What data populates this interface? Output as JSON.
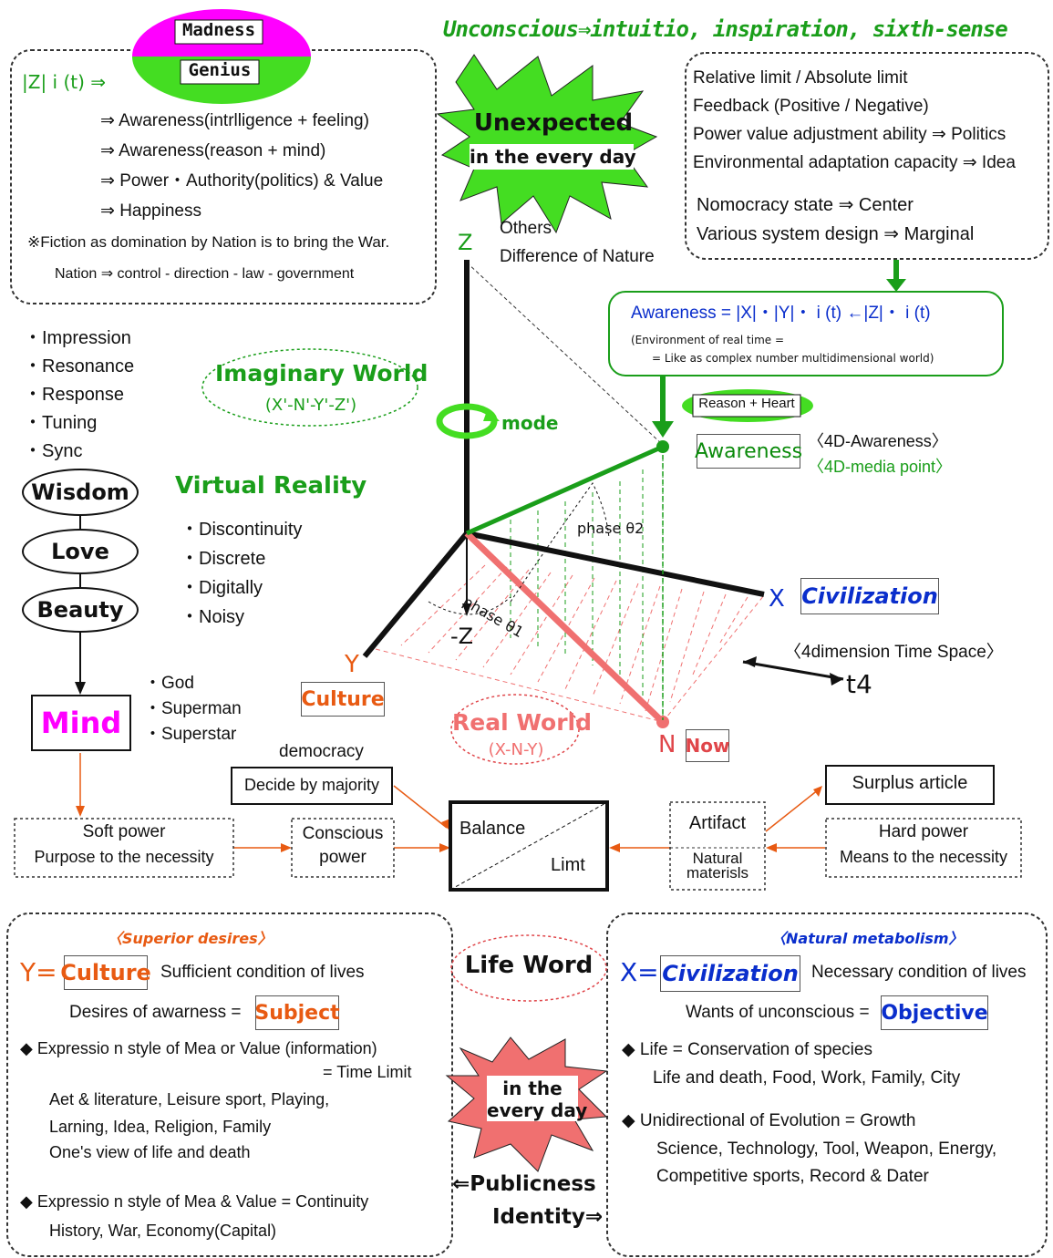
{
  "top": {
    "madness": "Madness",
    "genius": "Genius",
    "unconscious": "Unconscious⇒intuitio, inspiration, sixth-sense",
    "unexpected_1": "Unexpected",
    "unexpected_2": "in the every day"
  },
  "topleft": {
    "formula": "|Z| i (t) ⇒",
    "lines": [
      "⇒ Awareness(intrlligence + feeling)",
      "⇒ Awareness(reason + mind)",
      "⇒ Power・Authority(politics) & Value",
      "⇒ Happiness"
    ],
    "fiction": "※Fiction as domination by Nation is to bring the War.",
    "nation": "Nation ⇒ control - direction - law - government"
  },
  "topright": {
    "lines": [
      "Relative limit / Absolute limit",
      "Feedback (Positive / Negative)",
      "Power value adjustment ability ⇒ Politics",
      "Environmental adaptation capacity ⇒ Idea"
    ],
    "nomocracy": "Nomocracy state  ⇒ Center",
    "various": "Various system design ⇒ Marginal"
  },
  "awareness_box": {
    "formula": "Awareness = |X|・|Y|・ i (t) ←|Z|・ i (t)",
    "env1": "(Environment of real time =",
    "env2": "= Like as complex number multidimensional world)"
  },
  "left_list": [
    "・Impression",
    "・Resonance",
    "・Response",
    "・Tuning",
    "・Sync"
  ],
  "ovals": [
    "Wisdom",
    "Love",
    "Beauty"
  ],
  "mind": "Mind",
  "mind_list": [
    "・God",
    "・Superman",
    "・Superstar"
  ],
  "imaginary": {
    "title": "Imaginary World",
    "sub": "(X'-N'-Y'-Z')"
  },
  "virtual": {
    "title": "Virtual Reality",
    "items": [
      "・Discontinuity",
      "・Discrete",
      "・Digitally",
      "・Noisy"
    ]
  },
  "axes": {
    "z": "Z",
    "minus_z": "-Z",
    "x": "X",
    "y": "Y",
    "n": "N",
    "others": "Others",
    "difference": "Difference of Nature",
    "mode": "mode",
    "phase1": "phase θ1",
    "phase2": "phase θ2",
    "t4": "t4",
    "timespace": "〈4dimension Time Space〉"
  },
  "labels": {
    "civilization": "Civilization",
    "culture": "Culture",
    "now": "Now",
    "real_world": "Real World",
    "real_world_sub": "(X-N-Y)",
    "reason_heart": "Reason + Heart",
    "awareness": "Awareness",
    "awareness_4d": "〈4D-Awareness〉",
    "media_point": "〈4D-media point〉"
  },
  "middle": {
    "democracy": "democracy",
    "decide": "Decide by majority",
    "soft_power_1": "Soft power",
    "soft_power_2": "Purpose to the necessity",
    "conscious_1": "Conscious",
    "conscious_2": "power",
    "balance": "Balance",
    "limt": "Limt",
    "artifact": "Artifact",
    "natural_1": "Natural",
    "natural_2": "materisls",
    "surplus": "Surplus article",
    "hard_power_1": "Hard power",
    "hard_power_2": "Means to the necessity"
  },
  "bottom_left": {
    "header": "〈Superior desires〉",
    "y_eq": "Y=",
    "culture": "Culture",
    "sufficient": "Sufficient condition of lives",
    "desires": "Desires of awarness =",
    "subject": "Subject",
    "exp1_a": "◆ Expressio n style of Mea or Value (information)",
    "exp1_b": "= Time Limit",
    "list1": "Aet & literature, Leisure sport, Playing,",
    "list2": "Larning, Idea, Religion,  Family",
    "list3": "One's view of life and death",
    "exp2": "◆ Expressio n style of Mea & Value = Continuity",
    "list4": "History, War, Economy(Capital)"
  },
  "bottom_center": {
    "life_word": "Life Word",
    "in_the": "in the",
    "every_day": "every day",
    "publicness": "⇐Publicness",
    "identity": "Identity⇒"
  },
  "bottom_right": {
    "header": "〈Natural metabolism〉",
    "x_eq": "X=",
    "civilization": "Civilization",
    "necessary": "Necessary condition of lives",
    "wants": "Wants of unconscious =",
    "objective": "Objective",
    "life": "◆ Life = Conservation of species",
    "life_list": "Life and death, Food, Work, Family, City",
    "uni": "◆ Unidirectional of Evolution = Growth",
    "uni_list1": "Science, Technology, Tool, Weapon, Energy,",
    "uni_list2": "Competitive sports, Record & Dater"
  },
  "colors": {
    "green": "#1a9e1a",
    "blue": "#0a2ecc",
    "orange": "#e85a12",
    "red_line": "#f07070",
    "magenta": "#ff00ff"
  }
}
